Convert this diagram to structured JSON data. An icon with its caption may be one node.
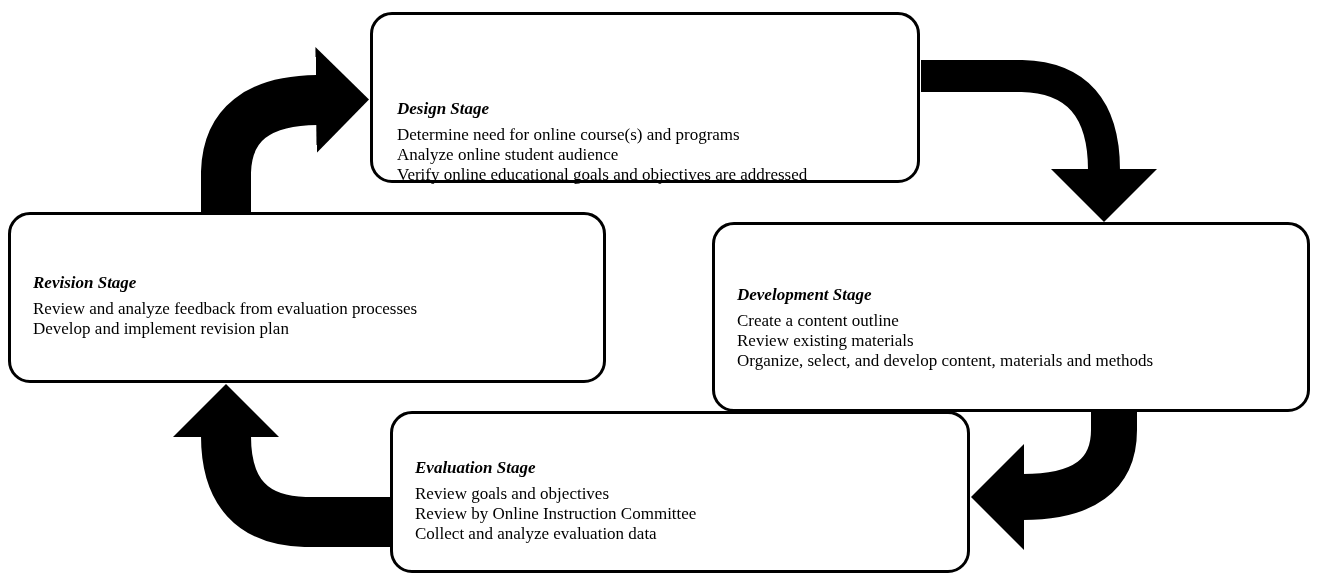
{
  "diagram": {
    "nodes": [
      {
        "text": [
          "Design Stage",
          "Determine need for online course(s) and programs Analyze online student audience Verify online educational goals and objectives are addressed"
        ]
      },
      {
        "text": [
          "Development Stage",
          "Create a content outline Review existing materials Organize, select, and develop content, materials and methods"
        ]
      },
      {
        "text": [
          "Evaluation Stage",
          "Review goals and objectives Review by Online Instruction Committee Collect and analyze evaluation data"
        ]
      },
      {
        "text": [
          "Revision Stage",
          "Review and analyze feedback from evaluation processes Develop and implement revision plan"
        ]
      }
    ],
    "edges": [
      {
        "from": 0,
        "to": 1,
        "arrow": "to"
      },
      {
        "from": 1,
        "to": 2,
        "arrow": "to"
      },
      {
        "from": 2,
        "to": 3,
        "arrow": "to"
      },
      {
        "from": 3,
        "to": 0,
        "arrow": "to"
      }
    ]
  }
}
